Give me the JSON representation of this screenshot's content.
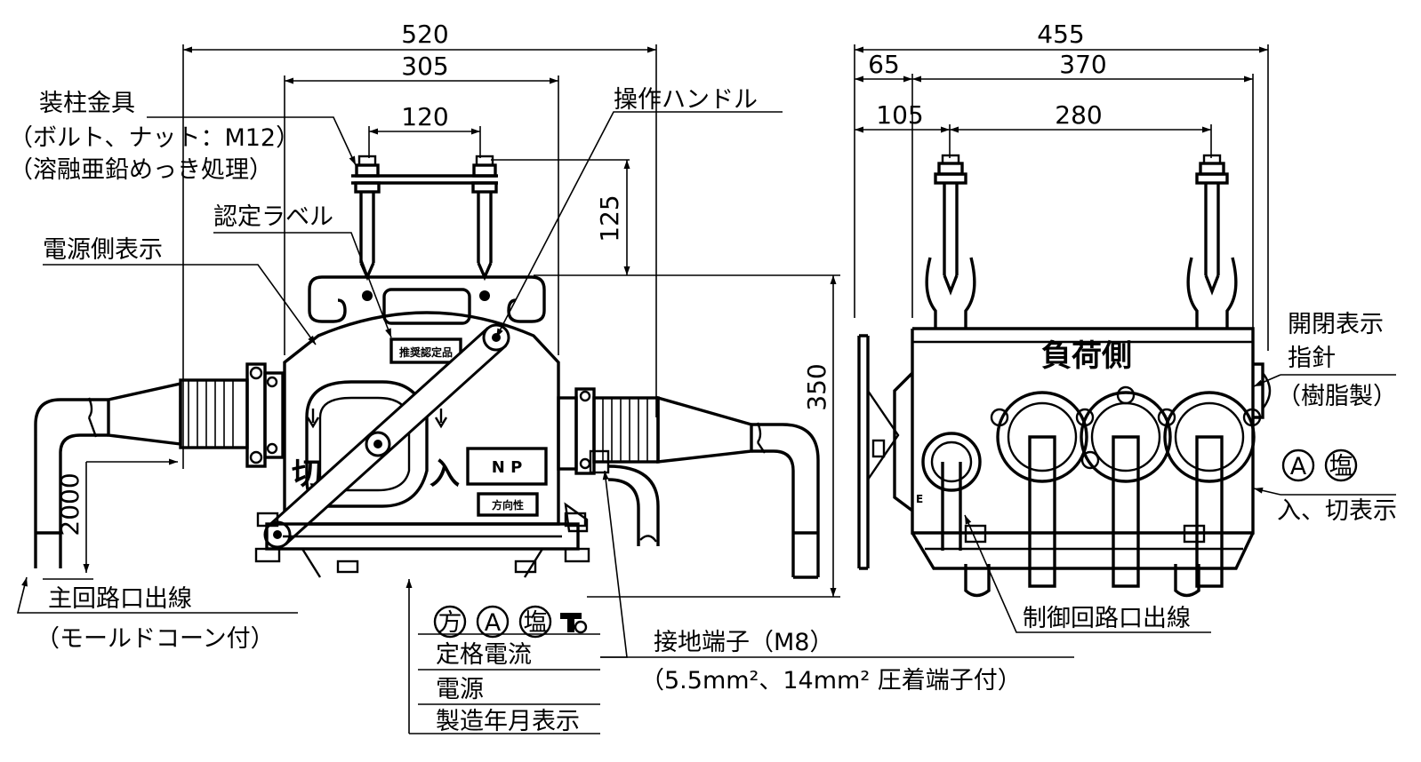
{
  "dimensions": {
    "front": {
      "overall_width": "520",
      "body_width": "305",
      "bolt_spacing": "120",
      "bracket_height": "125",
      "overall_height": "350",
      "cable_length": "2000"
    },
    "side": {
      "overall_width": "455",
      "offset_left": "65",
      "body_width": "370",
      "offset_bolt": "105",
      "bolt_spacing": "280"
    }
  },
  "labels": {
    "mounting_bracket": "装柱金具",
    "mounting_bracket_detail": "（ボルト、ナット：M12）",
    "mounting_bracket_finish": "（溶融亜鉛めっき処理）",
    "certification_label": "認定ラベル",
    "source_side_indicator": "電源側表示",
    "operating_handle": "操作ハンドル",
    "main_circuit_lead": "主回路口出線",
    "main_circuit_lead_detail": "（モールドコーン付）",
    "grounding_terminal": "接地端子（M8）",
    "grounding_terminal_detail": "（5.5mm²、14mm² 圧着端子付）",
    "control_circuit_lead": "制御回路口出線",
    "open_close_indicator": "開閉表示",
    "pointer": "指針",
    "resin_made": "（樹脂製）",
    "on_off_indicator": "入、切表示"
  },
  "nameplate": {
    "symbols": [
      "方",
      "A",
      "塩"
    ],
    "rows": [
      "定格電流",
      "電源",
      "製造年月表示"
    ]
  },
  "markings": {
    "recommended_cert": "推奨認定品",
    "direction": "方向性",
    "np": "N  P",
    "load_side": "負荷側",
    "on": "入",
    "off": "切",
    "ground_mark": "E",
    "side_symbols": [
      "A",
      "塩"
    ]
  }
}
